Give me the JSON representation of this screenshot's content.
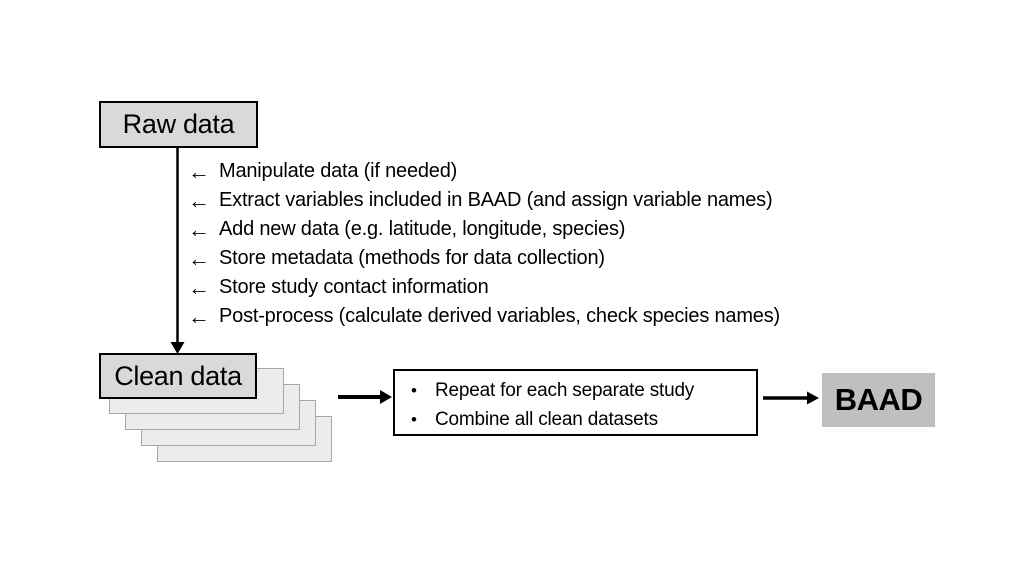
{
  "diagram": {
    "arrow_char": "←",
    "bullet_char": "•",
    "nodes": {
      "raw_data": "Raw data",
      "clean_data": "Clean data",
      "baad": "BAAD"
    },
    "process_steps": [
      "Manipulate data (if needed)",
      "Extract variables included in BAAD (and assign variable names)",
      "Add new data (e.g. latitude, longitude, species)",
      "Store metadata (methods for data collection)",
      "Store study contact information",
      "Post-process (calculate derived variables, check species names)"
    ],
    "aggregation_bullets": [
      "Repeat for each separate study",
      "Combine all clean datasets"
    ],
    "colors": {
      "node_fill": "#d9d9d9",
      "node_border": "#000000",
      "page_fill": "#ececec",
      "page_border": "#a6a6a6",
      "baad_fill": "#bfbfbf",
      "text": "#000000",
      "arrow": "#000000",
      "bg": "#ffffff"
    }
  }
}
